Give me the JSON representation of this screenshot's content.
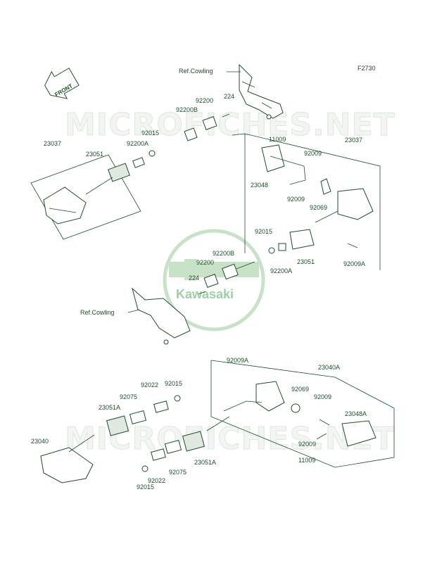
{
  "figure_code": "F2730",
  "front_label": "FRONT",
  "watermark": "MICROFICHES.NET",
  "logo_text": "Kawasaki",
  "colors": {
    "ink": "#1e4d2b",
    "logo": "#3a9a4a"
  },
  "labels": {
    "ref_cowling_top": "Ref.Cowling",
    "ref_cowling_mid": "Ref.Cowling",
    "p23037_left": "23037",
    "p23037_right": "23037",
    "p23051_left": "23051",
    "p23051_right": "23051",
    "p92015_a": "92015",
    "p92015_b": "92015",
    "p92015_c": "92015",
    "p92015_d": "92015",
    "p92200A_a": "92200A",
    "p92200A_b": "92200A",
    "p92200B_a": "92200B",
    "p92200B_b": "92200B",
    "p92200_a": "92200",
    "p92200_b": "92200",
    "p224_a": "224",
    "p224_b": "224",
    "p11009_a": "11009",
    "p11009_b": "11009",
    "p92009_a": "92009",
    "p92009_b": "92009",
    "p92009_c": "92009",
    "p92009_d": "92009",
    "p23048": "23048",
    "p23048A": "23048A",
    "p92069_a": "92069",
    "p92069_b": "92069",
    "p92009A_a": "92009A",
    "p92009A_b": "92009A",
    "p23040A": "23040A",
    "p23040": "23040",
    "p23051A_a": "23051A",
    "p23051A_b": "23051A",
    "p92075_a": "92075",
    "p92075_b": "92075",
    "p92022_a": "92022",
    "p92022_b": "92022"
  }
}
